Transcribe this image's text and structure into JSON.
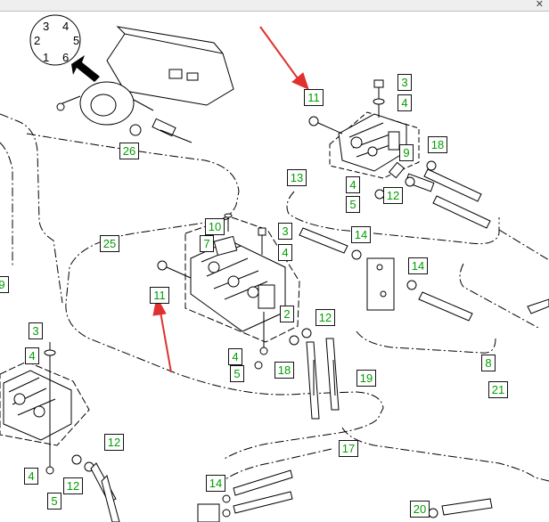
{
  "window": {
    "close_glyph": "✕"
  },
  "dial": {
    "numbers": [
      "3",
      "4",
      "2",
      "5",
      "1",
      "6"
    ]
  },
  "callouts": {
    "c26": "26",
    "c11a": "11",
    "c3a": "3",
    "c4a": "4",
    "c18a": "18",
    "c9": "9",
    "c13": "13",
    "c4b": "4",
    "c5a": "5",
    "c12a": "12",
    "c10": "10",
    "c7": "7",
    "c3b": "3",
    "c4c": "4",
    "c25": "25",
    "c14a": "14",
    "c14b": "14",
    "c11b": "11",
    "c2": "2",
    "c12b": "12",
    "c4d": "4",
    "c18b": "18",
    "c5b": "5",
    "c8": "8",
    "c19": "19",
    "c21": "21",
    "c17": "17",
    "c3c": "3",
    "c4e": "4",
    "c12c": "12",
    "c4f": "4",
    "c12d": "12",
    "c5c": "5",
    "c14c": "14",
    "c20": "20",
    "c9edge": "9"
  },
  "colors": {
    "callout_text": "#00a000",
    "arrow": "#e03030",
    "line": "#000000"
  }
}
